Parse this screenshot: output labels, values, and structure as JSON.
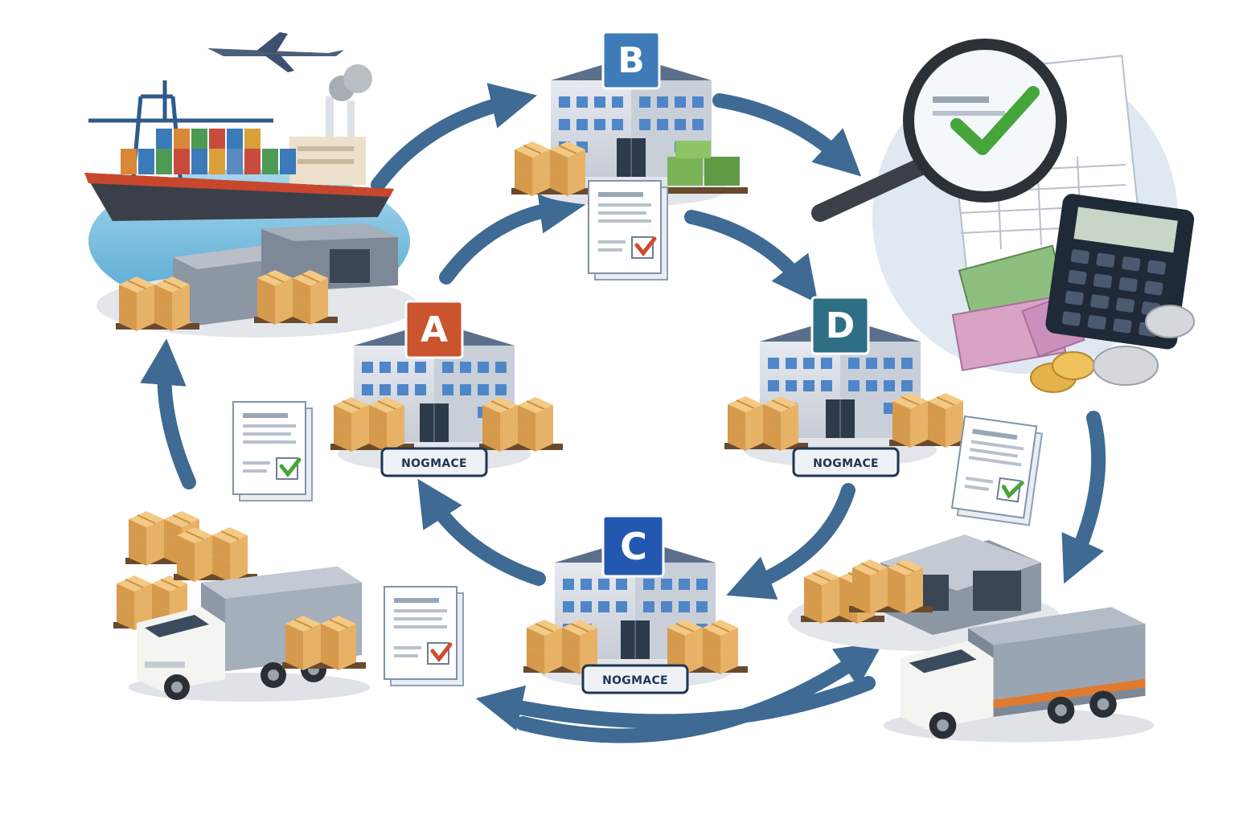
{
  "hubs": [
    {
      "letter": "A",
      "color": "#c9542e",
      "tag": "NOGMACE"
    },
    {
      "letter": "B",
      "color": "#3f7bb8",
      "tag": ""
    },
    {
      "letter": "C",
      "color": "#2458b0",
      "tag": "NOGMACE"
    },
    {
      "letter": "D",
      "color": "#2e6f86",
      "tag": "NOGMACE"
    }
  ],
  "colors": {
    "arrow": "#3e6a93",
    "building_wall": "#d9dde6",
    "roof": "#5b6f8a",
    "window": "#4f86c8",
    "box": "#e7b266",
    "check": "#46a53a",
    "check_red": "#d24a2c"
  },
  "icons": [
    "ship-icon",
    "airplane-icon",
    "crane-icon",
    "factory-icon",
    "warehouse-icon",
    "truck-icon",
    "magnifier-icon",
    "calculator-icon",
    "money-icon",
    "coin-icon",
    "document-icon",
    "checkmark-icon"
  ]
}
